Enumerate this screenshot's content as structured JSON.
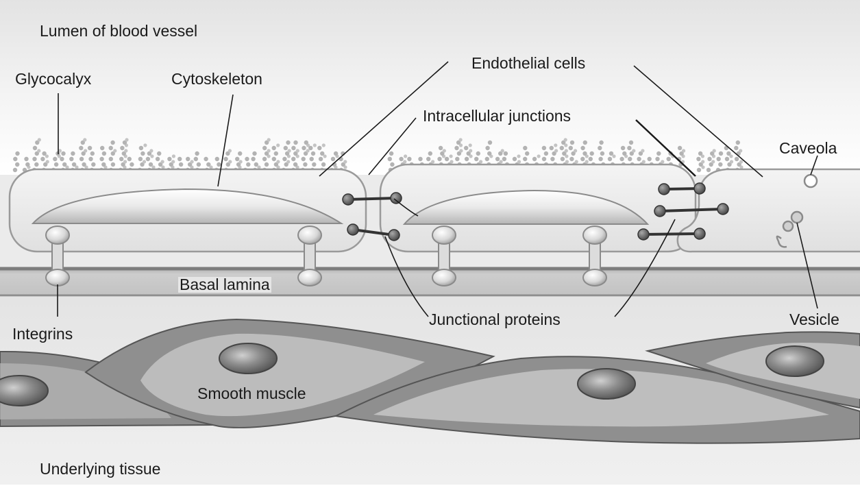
{
  "labels": {
    "lumen": "Lumen of blood vessel",
    "glycocalyx": "Glycocalyx",
    "cytoskeleton": "Cytoskeleton",
    "endothelial_cells": "Endothelial cells",
    "intracellular_junctions": "Intracellular junctions",
    "caveola": "Caveola",
    "basal_lamina": "Basal lamina",
    "integrins": "Integrins",
    "junctional_proteins": "Junctional proteins",
    "vesicle": "Vesicle",
    "smooth_muscle": "Smooth muscle",
    "underlying_tissue": "Underlying tissue"
  },
  "colors": {
    "lumen_bg": "#f3f3f3",
    "cell_fill": "#ececec",
    "cell_outline": "#9a9a9a",
    "basal_lamina": "#c6c6c6",
    "muscle_dark": "#8e8e8e",
    "muscle_light": "#bdbdbd",
    "protein": "#6d6d6d",
    "glycocalyx": "#b3b3b3"
  }
}
